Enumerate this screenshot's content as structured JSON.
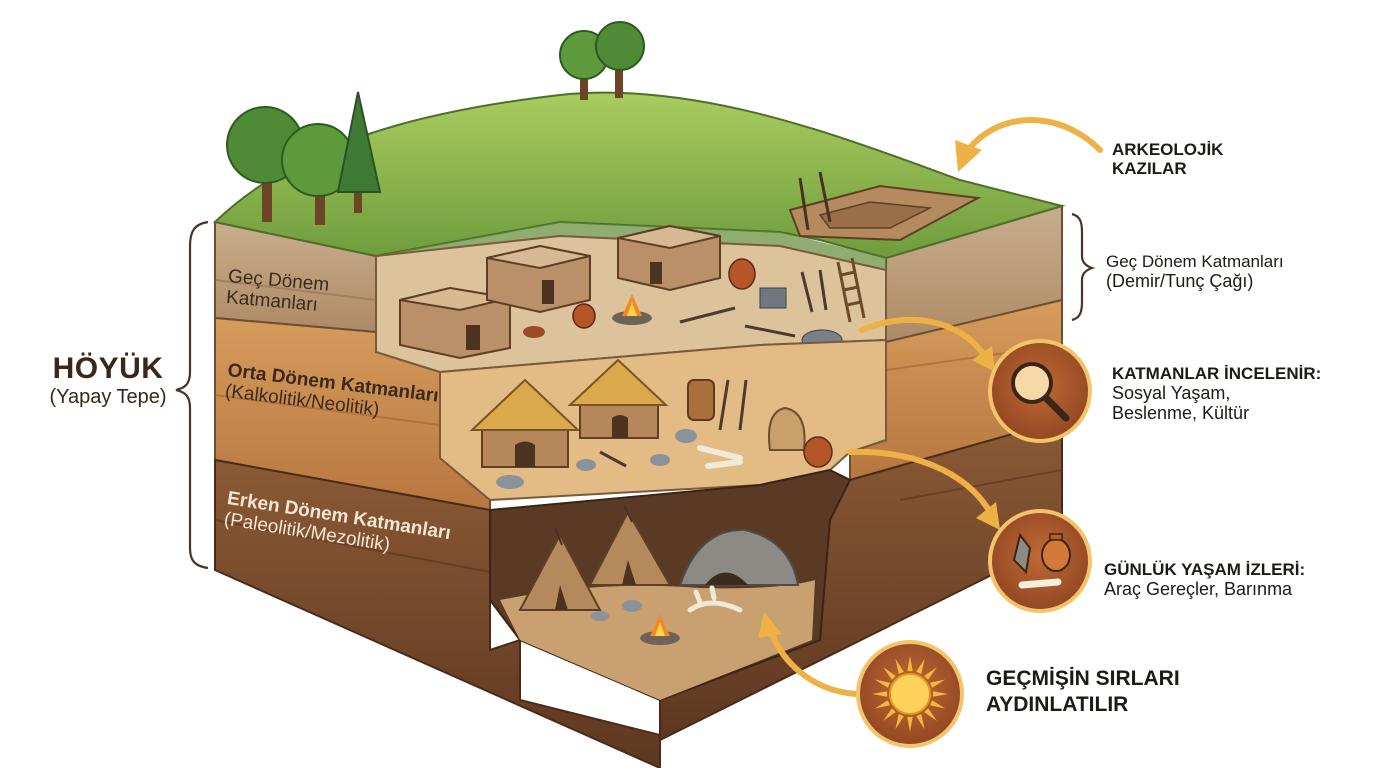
{
  "mound": {
    "title": "HÖYÜK",
    "subtitle": "(Yapay Tepe)"
  },
  "layers": {
    "late": {
      "line1": "Geç Dönem",
      "line2": "Katmanları"
    },
    "middle": {
      "line1": "Orta Dönem Katmanları",
      "line2": "(Kalkolitik/Neolitik)"
    },
    "early": {
      "line1": "Erken Dönem Katmanları",
      "line2": "(Paleolitik/Mezolitik)"
    }
  },
  "callouts": {
    "excavation": {
      "line1": "ARKEOLOJİK",
      "line2": "KAZILAR"
    },
    "late_layers": {
      "line1": "Geç Dönem Katmanları",
      "line2": "(Demir/Tunç Çağı)"
    },
    "examined": {
      "title": "KATMANLAR İNCELENİR:",
      "line1": "Sosyal Yaşam,",
      "line2": "Beslenme, Kültür"
    },
    "daily_life": {
      "title": "GÜNLÜK YAŞAM İZLERİ:",
      "line1": "Araç Gereçler, Barınma"
    },
    "secrets": {
      "line1": "GEÇMİŞİN SIRLARI",
      "line2": "AYDINLATILIR"
    }
  },
  "icons": {
    "magnifier": "magnifying-glass-icon",
    "artifacts": "artifacts-icon",
    "sun": "sun-icon"
  },
  "colors": {
    "grass": "#7fae4a",
    "late_layer": "#b89877",
    "middle_layer": "#c98b4e",
    "early_layer": "#7a4a2c",
    "arrow": "#eeb146",
    "badge": "#a8552a"
  }
}
